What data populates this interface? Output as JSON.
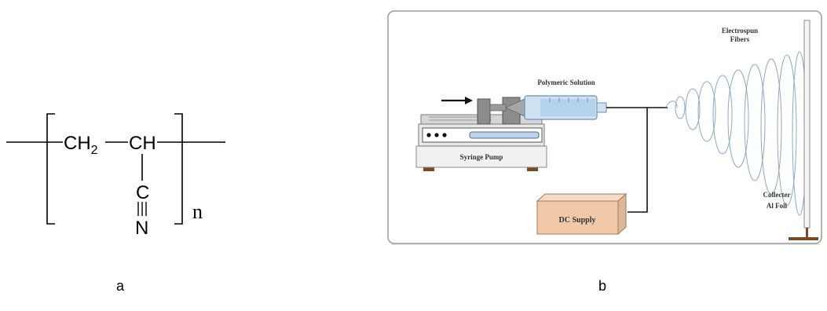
{
  "panel_a": {
    "caption": "a",
    "formula": {
      "ch2": "CH",
      "ch2_sub": "2",
      "ch": "CH",
      "c": "C",
      "n_atom": "N",
      "repeat": "n"
    }
  },
  "panel_b": {
    "caption": "b",
    "labels": {
      "polymeric_solution": "Polymeric Solution",
      "electrospun_line1": "Electrospun",
      "electrospun_line2": "Fibers",
      "syringe_pump": "Syringe Pump",
      "dc_supply": "DC Supply",
      "collector_line1": "Collecter",
      "collector_line2": "Al Foil"
    }
  }
}
